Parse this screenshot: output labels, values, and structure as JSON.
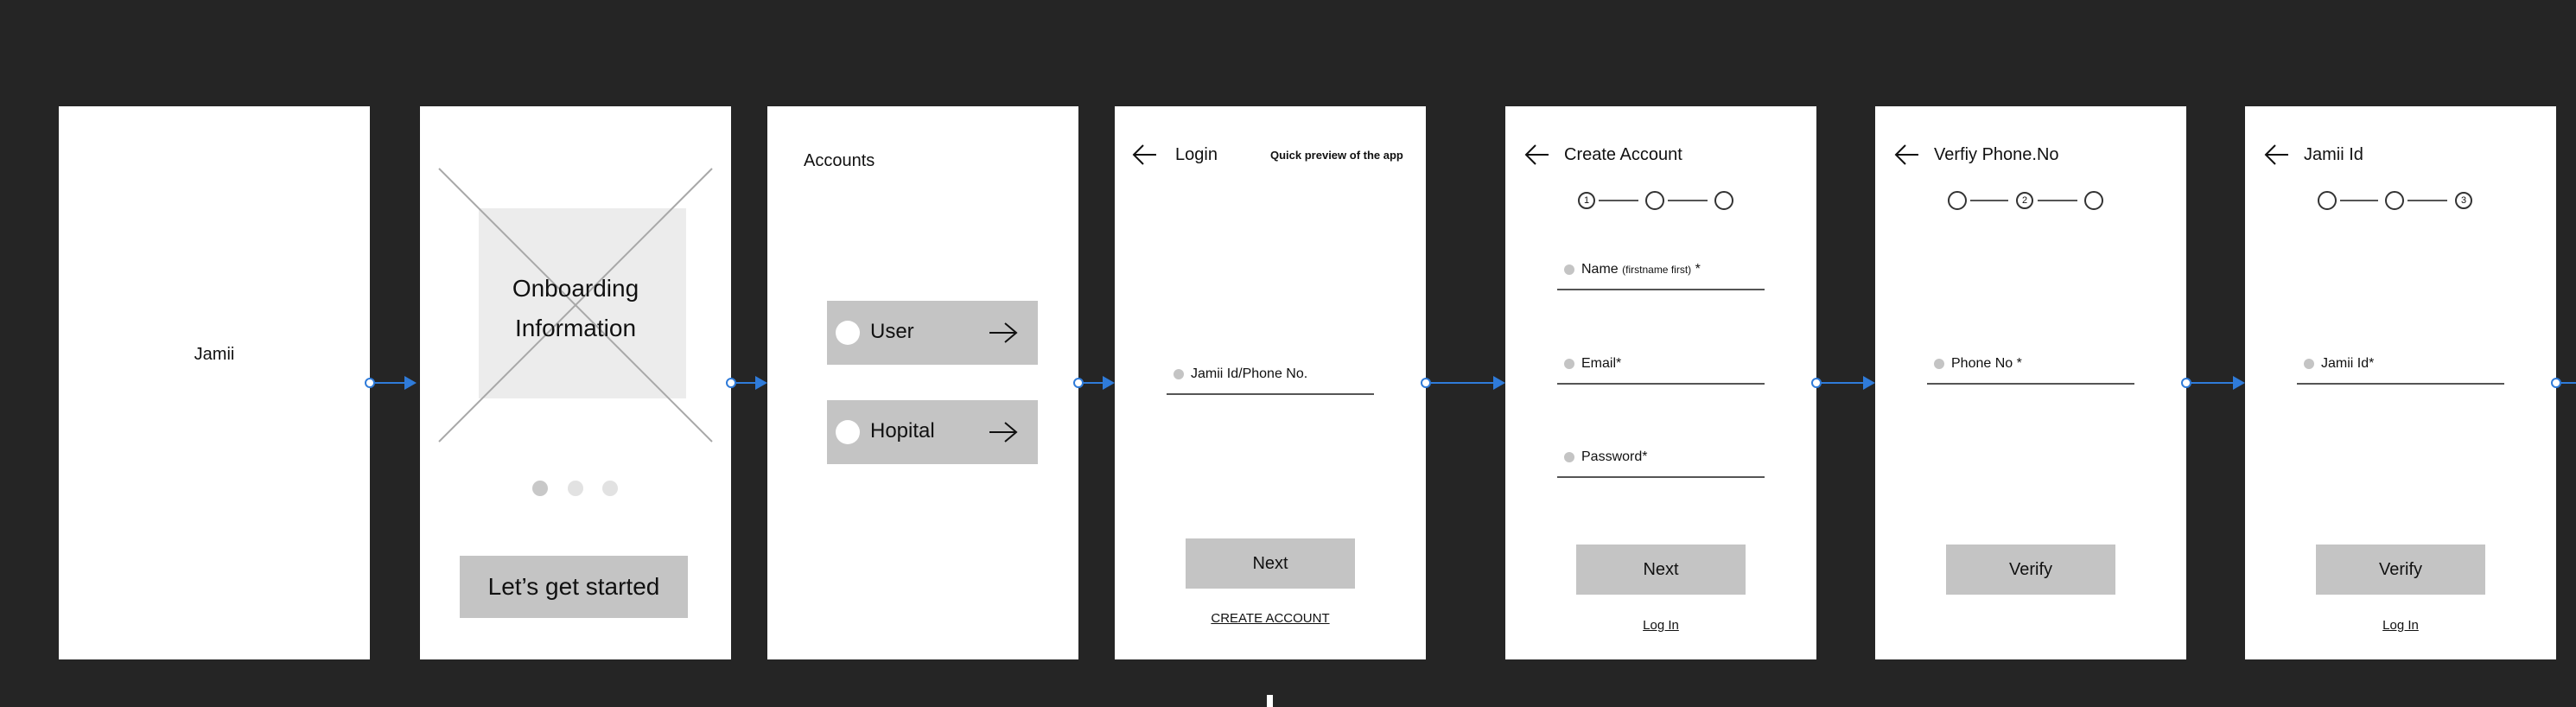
{
  "screens": {
    "splash": {
      "title": "Jamii"
    },
    "onboarding": {
      "info_text": "Onboarding\nInformation",
      "cta": "Let’s get started",
      "page_indicator": {
        "count": 3,
        "active": 1
      }
    },
    "accounts": {
      "title": "Accounts",
      "options": [
        {
          "label": "User"
        },
        {
          "label": "Hopital"
        }
      ]
    },
    "login": {
      "title": "Login",
      "quick_preview": "Quick preview of the app",
      "field_label": "Jamii Id/Phone No.",
      "next": "Next",
      "create_account": "CREATE ACCOUNT"
    },
    "create_account": {
      "title": "Create Account",
      "steps": [
        "1",
        "",
        ""
      ],
      "name_label": "Name",
      "name_hint": "(firstname first)",
      "name_required": "*",
      "email_label": "Email*",
      "password_label": "Password*",
      "next": "Next",
      "login_link": "Log In"
    },
    "verify_phone": {
      "title": "Verfiy Phone.No",
      "steps": [
        "",
        "2",
        ""
      ],
      "phone_label": "Phone No *",
      "verify": "Verify"
    },
    "jamii_id": {
      "title": "Jamii Id",
      "steps": [
        "",
        "",
        "3"
      ],
      "id_label": "Jamii Id*",
      "verify": "Verify",
      "login_link": "Log In"
    }
  },
  "colors": {
    "canvas": "#252525",
    "connector": "#2f7bd9",
    "placeholder": "#c4c4c4"
  },
  "icons": {
    "back": "arrow-left-icon",
    "forward": "arrow-right-icon",
    "image_placeholder": "image-placeholder-icon"
  }
}
